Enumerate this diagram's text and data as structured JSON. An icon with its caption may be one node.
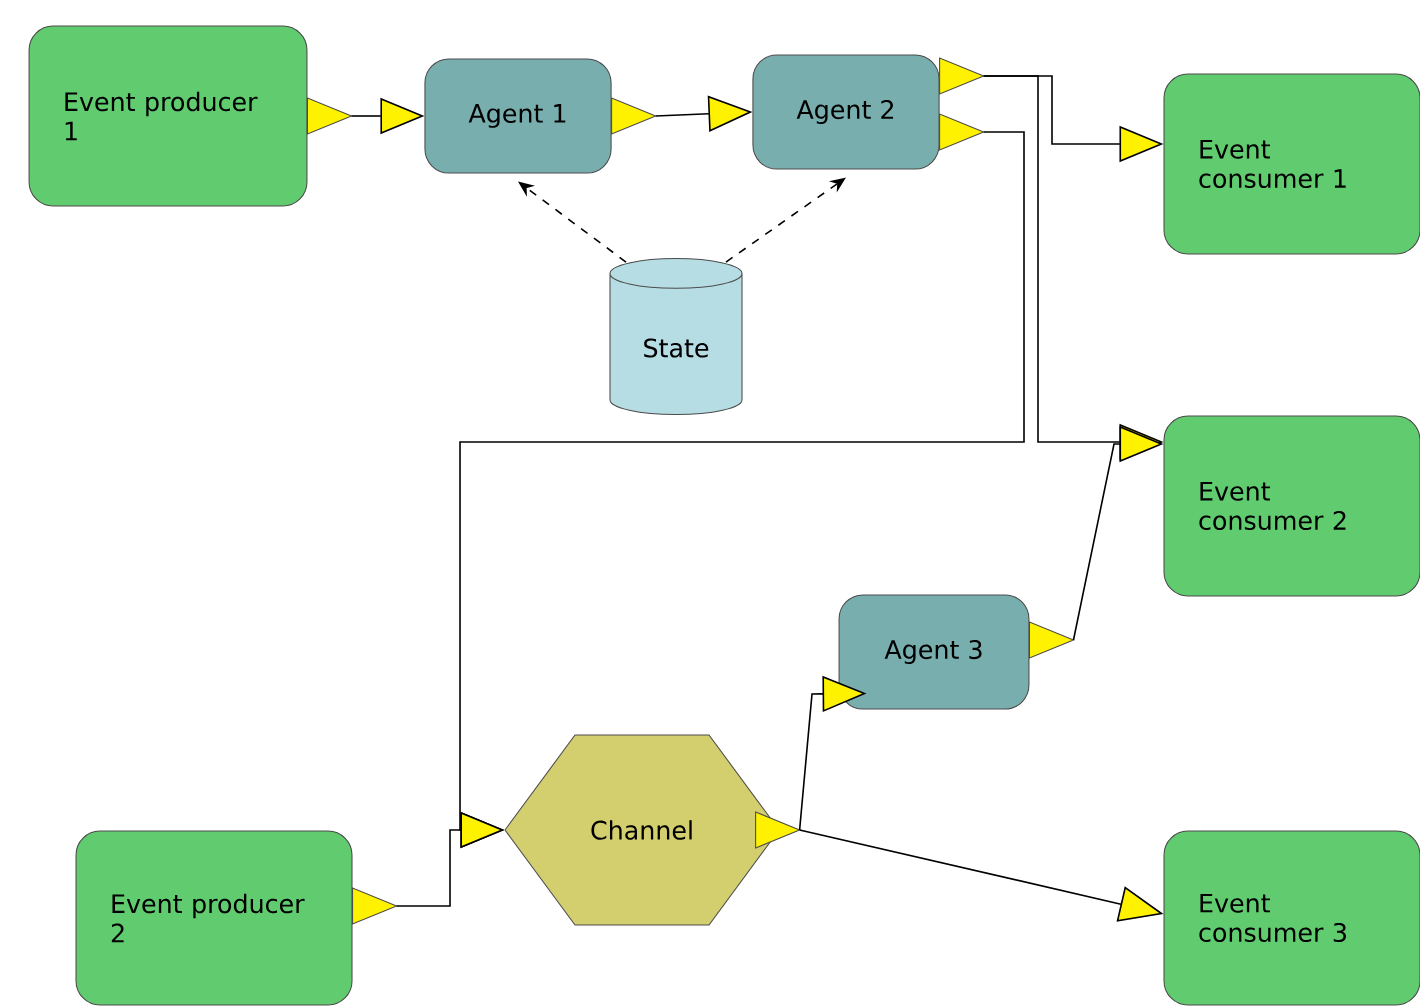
{
  "diagram": {
    "nodes": [
      {
        "text": [
          "Event producer 1"
        ]
      },
      {
        "text": [
          "Agent 1"
        ]
      },
      {
        "text": [
          "Agent 2"
        ]
      },
      {
        "text": [
          "Event consumer 1"
        ]
      },
      {
        "text": [
          "State"
        ]
      },
      {
        "text": [
          "Event consumer 2"
        ]
      },
      {
        "text": [
          "Agent 3"
        ]
      },
      {
        "text": [
          "Channel"
        ]
      },
      {
        "text": [
          "Event producer 2"
        ]
      },
      {
        "text": [
          "Event consumer 3"
        ]
      }
    ],
    "edges": [
      {
        "from": 0,
        "to": 1,
        "arrow": "to"
      },
      {
        "from": 1,
        "to": 2,
        "arrow": "to"
      },
      {
        "from": 2,
        "to": 3,
        "arrow": "to"
      },
      {
        "from": 2,
        "to": 5,
        "arrow": "to"
      },
      {
        "from": 2,
        "to": 7,
        "arrow": "to"
      },
      {
        "from": 4,
        "to": 1,
        "arrow": "to",
        "style": "dashed"
      },
      {
        "from": 4,
        "to": 2,
        "arrow": "to",
        "style": "dashed"
      },
      {
        "from": 8,
        "to": 7,
        "arrow": "to"
      },
      {
        "from": 7,
        "to": 6,
        "arrow": "to"
      },
      {
        "from": 7,
        "to": 9,
        "arrow": "to"
      },
      {
        "from": 6,
        "to": 5,
        "arrow": "to"
      }
    ]
  }
}
